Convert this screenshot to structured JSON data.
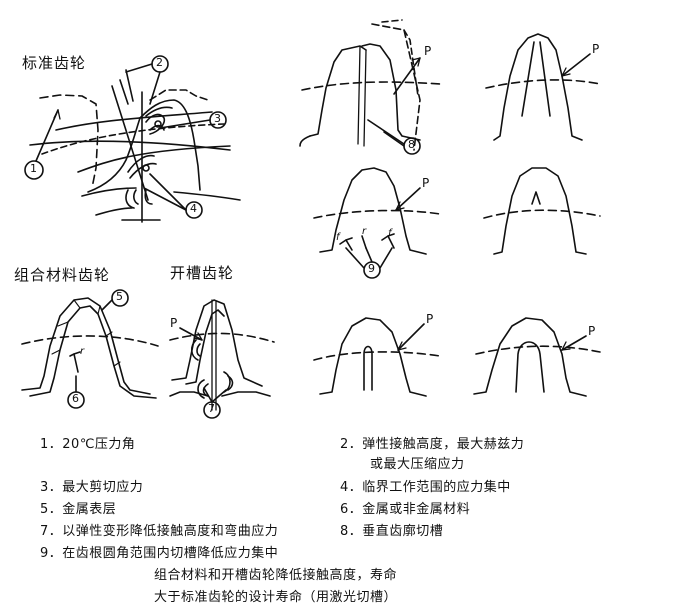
{
  "titles": {
    "standard_gear": "标准齿轮",
    "composite_gear": "组合材料齿轮",
    "slotted_gear": "开槽齿轮"
  },
  "callouts": {
    "c1": "1",
    "c2": "2",
    "c3": "3",
    "c4": "4",
    "c5": "5",
    "c6": "6",
    "c7": "7",
    "c8": "8",
    "c9": "9"
  },
  "point_label": "P",
  "angle_label_f": "f",
  "angle_label_r": "r",
  "legend": {
    "i1": "1．20℃压力角",
    "i2a": "2．弹性接触高度，最大赫兹力",
    "i2b": "或最大压缩应力",
    "i3": "3．最大剪切应力",
    "i4": "4．临界工作范围的应力集中",
    "i5": "5．金属表层",
    "i6": "6．金属或非金属材料",
    "i7": "7．以弹性变形降低接触高度和弯曲应力",
    "i8": "8．垂直齿廓切槽",
    "i9": "9．在齿根圆角范围内切槽降低应力集中"
  },
  "conclusion": {
    "line1": "组合材料和开槽齿轮降低接触高度，寿命",
    "line2": "大于标准齿轮的设计寿命（用激光切槽）"
  }
}
